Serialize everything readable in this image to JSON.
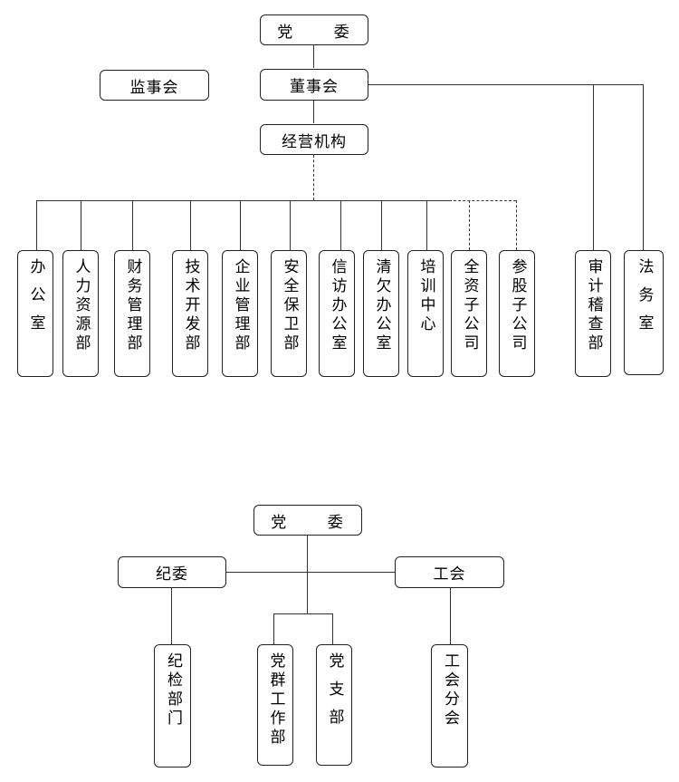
{
  "chart1": {
    "party": "党 委",
    "supervisory": "监事会",
    "board": "董事会",
    "management": "经营机构",
    "departments": [
      "办公室",
      "人力资源部",
      "财务管理部",
      "技术开发部",
      "企业管理部",
      "安全保卫部",
      "信访办公室",
      "清欠办公室",
      "培训中心",
      "全资子公司",
      "参股子公司"
    ],
    "audit": "审计稽查部",
    "legal": "法务室"
  },
  "chart2": {
    "party": "党 委",
    "discipline": "纪委",
    "union": "工会",
    "discipline_dept": "纪检部门",
    "party_group": "党群工作部",
    "party_branch": "党支部",
    "union_branch": "工会分会"
  }
}
